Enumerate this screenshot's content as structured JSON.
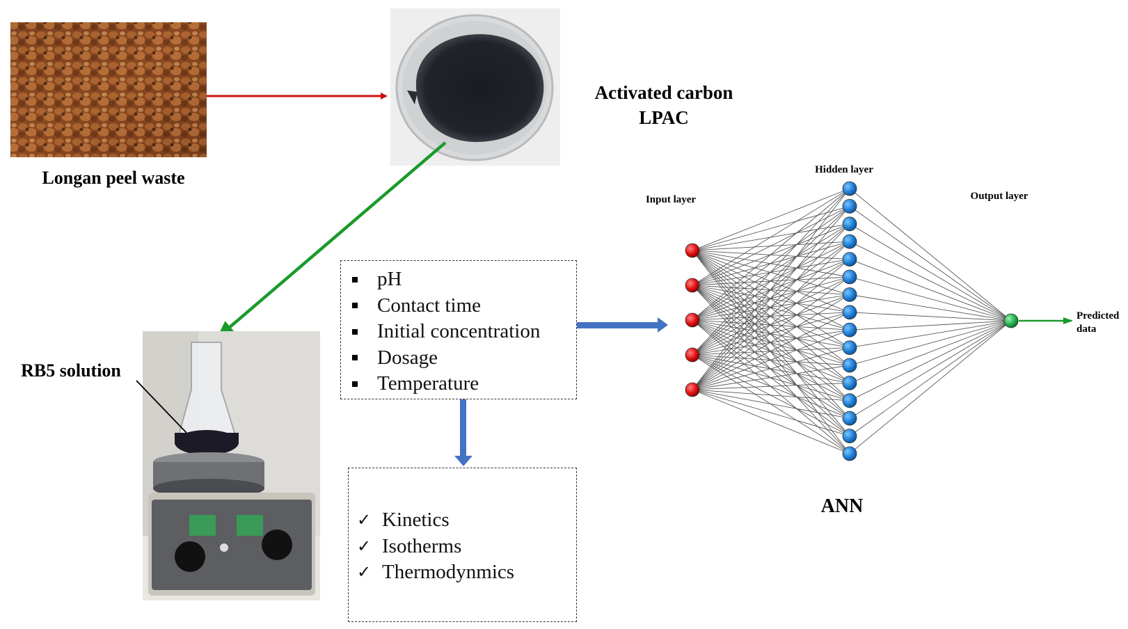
{
  "labels": {
    "longan_peel": "Longan peel waste",
    "activated_carbon_line1": "Activated carbon",
    "activated_carbon_line2": "LPAC",
    "rb5_solution": "RB5 solution",
    "hidden_layer": "Hidden layer",
    "input_layer": "Input layer",
    "output_layer": "Output layer",
    "predicted_line1": "Predicted",
    "predicted_line2": "data",
    "ann": "ANN"
  },
  "parameters": [
    "pH",
    "Contact time",
    "Initial concentration",
    "Dosage",
    "Temperature"
  ],
  "studies": [
    "Kinetics",
    "Isotherms",
    "Thermodynmics"
  ],
  "check_glyph": "✓",
  "network": {
    "input_nodes": 5,
    "hidden_nodes": 16,
    "output_nodes": 1
  },
  "colors": {
    "red_arrow": "#cc1111",
    "green_arrow": "#1a9a2a",
    "blue_arrow": "#4472c4",
    "input_node": "#e01010",
    "hidden_node": "#1e7fd6",
    "output_node": "#22b24a"
  }
}
